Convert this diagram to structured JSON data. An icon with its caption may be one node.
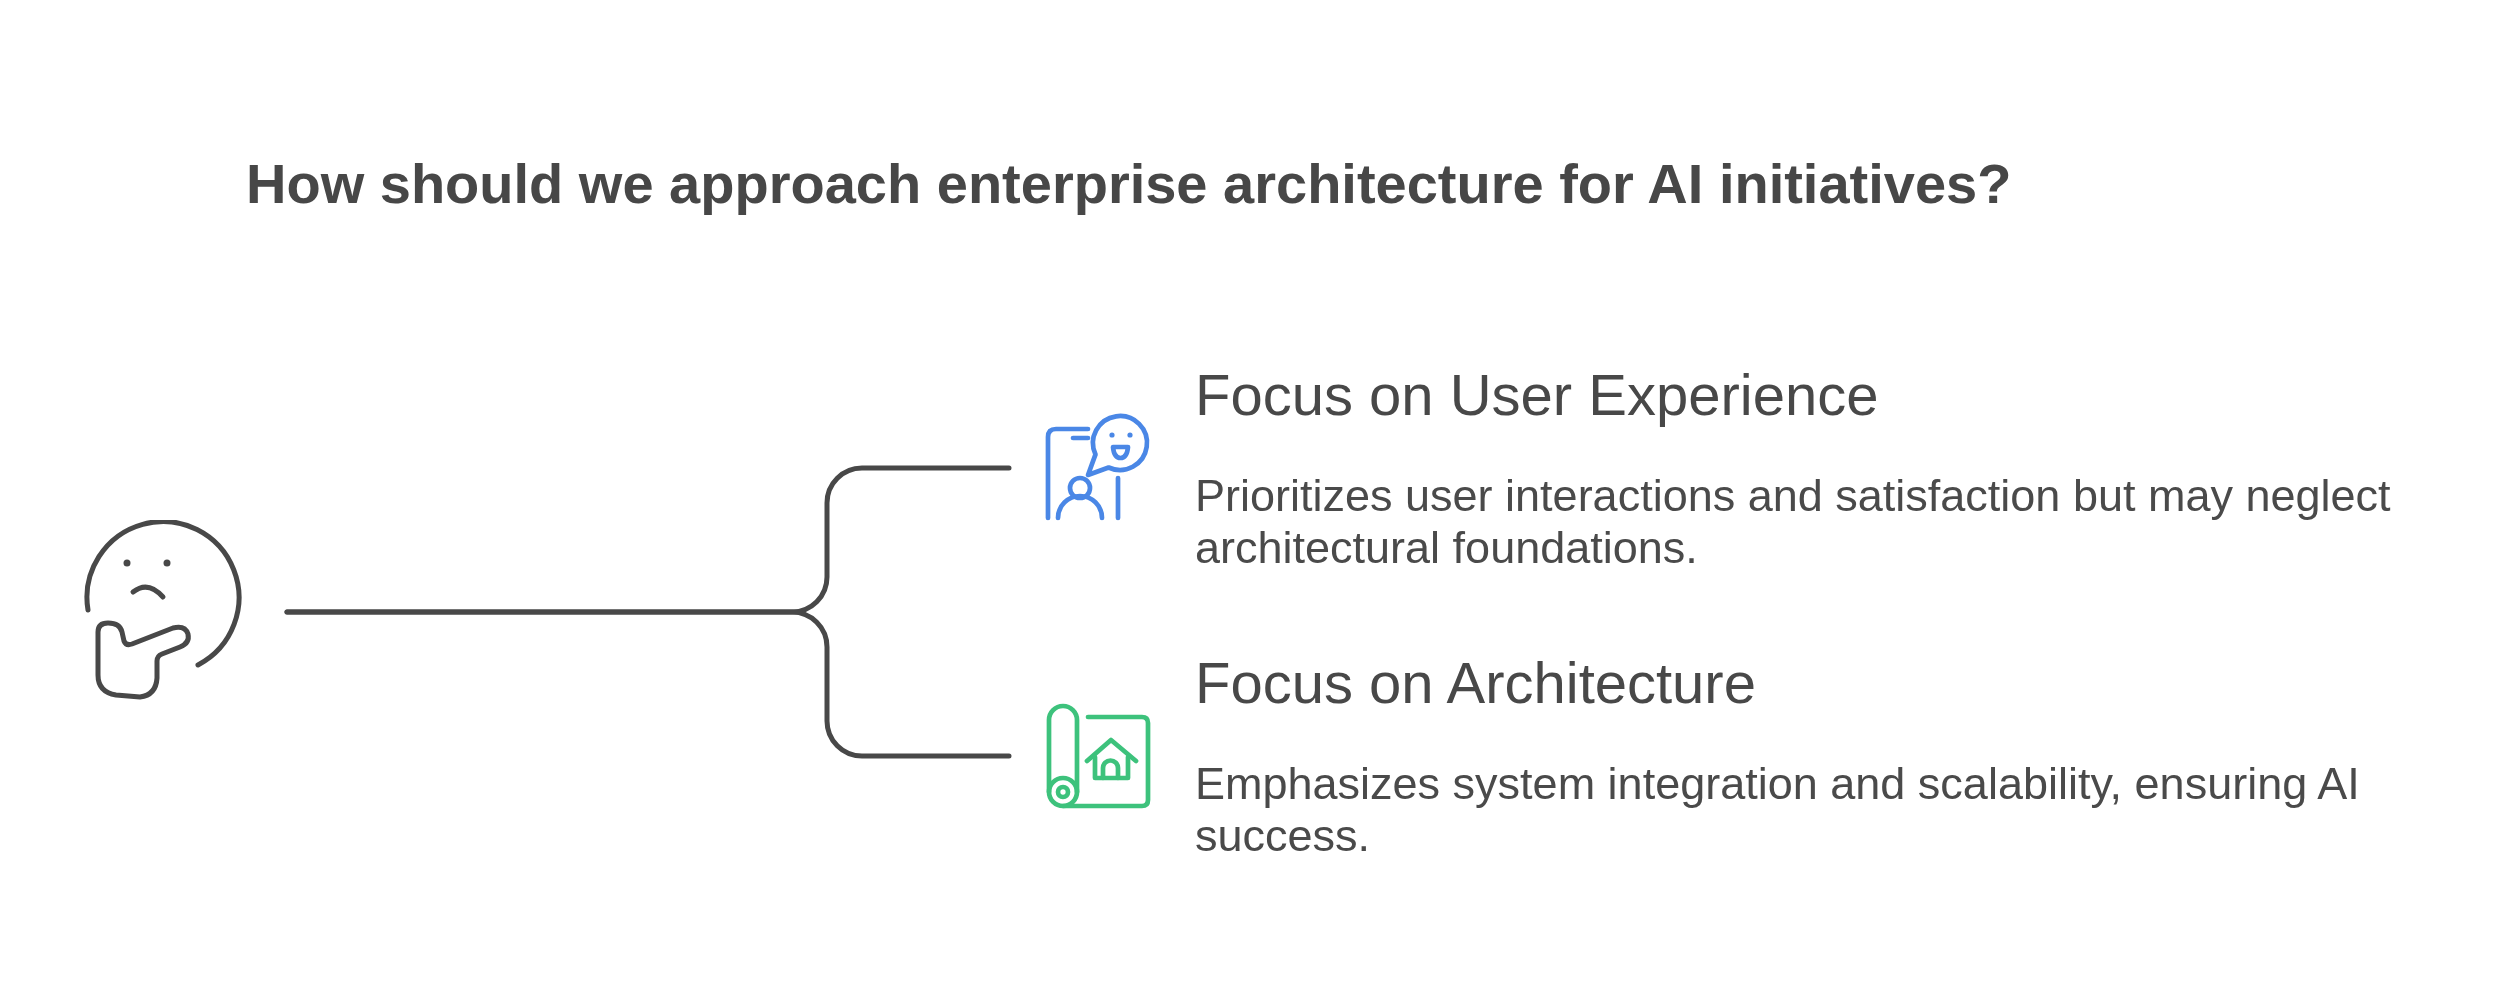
{
  "diagram": {
    "title": "How should we approach enterprise architecture for AI initiatives?",
    "nodes": [
      {
        "text": [],
        "shape": "picture"
      },
      {
        "text": [
          "Focus on User Experience",
          "Prioritizes user interactions and satisfaction but may neglect architectural foundations."
        ]
      },
      {
        "text": [
          "Focus on Architecture",
          "Emphasizes system integration and scalability, ensuring AI success."
        ]
      }
    ],
    "edges": [
      {
        "from": 0,
        "to": 1,
        "arrow": "none"
      },
      {
        "from": 0,
        "to": 2,
        "arrow": "none"
      }
    ]
  }
}
